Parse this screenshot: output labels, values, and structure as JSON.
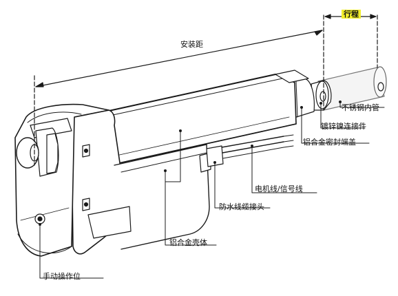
{
  "labels": {
    "stroke": "行程",
    "mounting_distance": "安装距",
    "stainless_inner_tube": "不锈钢内管",
    "galvanized_nickel_connector": "镀锌镍连接件",
    "aluminum_sealed_end_cap": "铝合金密封端盖",
    "motor_signal_cable": "电机线/信号线",
    "waterproof_cable_gland": "防水线缆接头",
    "aluminum_housing": "铝合金壳体",
    "manual_operation": "手动操作位"
  },
  "colors": {
    "stroke_highlight": "#f2ee2b",
    "line": "#1a1a1a",
    "body_fill": "#ffffff",
    "tube_fill": "#f4f4f4"
  }
}
